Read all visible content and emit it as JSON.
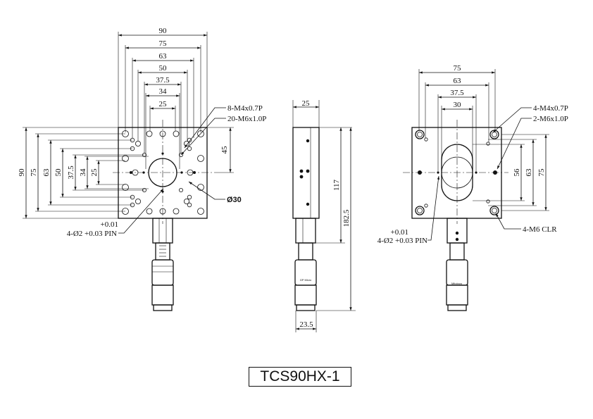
{
  "part_number": "TCS90HX-1",
  "front_view": {
    "horizontal_dims": [
      "90",
      "75",
      "63",
      "50",
      "37.5",
      "34",
      "25"
    ],
    "vertical_dims": [
      "90",
      "75",
      "63",
      "50",
      "37.5",
      "34",
      "25"
    ],
    "offset_dim": "45",
    "callouts": {
      "tap_small": "8-M4x0.7P",
      "tap_large": "20-M6x1.0P",
      "bore": "Ø30",
      "pin_tol": "+0.01",
      "pin": "4-Ø2 +0.03 PIN"
    }
  },
  "side_view": {
    "width_top": "25",
    "height_body": "117",
    "height_total": "182.5",
    "width_bottom": "23.5",
    "pin_tol": "+0.01",
    "pin": "4-Ø2 +0.03 PIN",
    "micrometer_mark": "GP Micro"
  },
  "rear_view": {
    "horizontal_dims": [
      "75",
      "63",
      "37.5",
      "30"
    ],
    "vertical_dims": [
      "56",
      "63",
      "75"
    ],
    "callouts": {
      "tap_small": "4-M4x0.7P",
      "tap_large": "2-M6x1.0P",
      "clearance": "4-M6 CLR"
    },
    "micrometer_mark": "Mitutoyo"
  }
}
